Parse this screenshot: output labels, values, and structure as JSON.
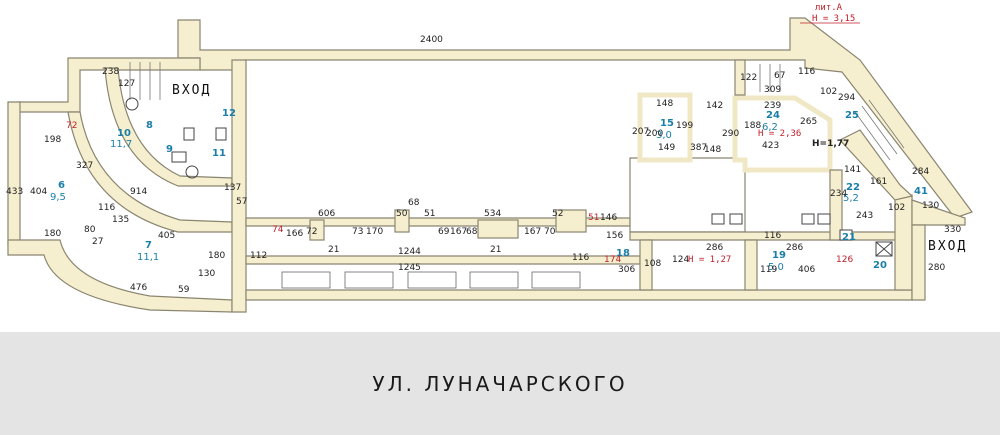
{
  "street_name": "УЛ. ЛУНАЧАРСКОГО",
  "entrances": {
    "top": "ВХОД",
    "right": "ВХОД"
  },
  "litera": {
    "name": "лит.А",
    "height": "Н = 3,15"
  },
  "heights": {
    "h1": "Н = 2,36",
    "h2": "Н = 1,27",
    "h3": "Н=1,77"
  },
  "rooms": [
    {
      "num": "6",
      "area": "9,5"
    },
    {
      "num": "7",
      "area": "11,1"
    },
    {
      "num": "8",
      "area": ""
    },
    {
      "num": "9",
      "area": ""
    },
    {
      "num": "10",
      "area": "11,7"
    },
    {
      "num": "11",
      "area": ""
    },
    {
      "num": "12",
      "area": ""
    },
    {
      "num": "15",
      "area": "3,0"
    },
    {
      "num": "18",
      "area": ""
    },
    {
      "num": "19",
      "area": "5,0"
    },
    {
      "num": "20",
      "area": ""
    },
    {
      "num": "21",
      "area": ""
    },
    {
      "num": "22",
      "area": "5,2"
    },
    {
      "num": "24",
      "area": "6,2"
    },
    {
      "num": "25",
      "area": ""
    },
    {
      "num": "41",
      "area": ""
    }
  ],
  "dimensions": {
    "top_length": "2400",
    "d238": "238",
    "d127": "127",
    "d72": "72",
    "d198": "198",
    "d404": "404",
    "d433": "433",
    "d327": "327",
    "d914": "914",
    "d116a": "116",
    "d135": "135",
    "d405": "405",
    "d180a": "180",
    "d180b": "180",
    "d130": "130",
    "d476": "476",
    "d59": "59",
    "d80": "80",
    "d27": "27",
    "d137": "137",
    "d57": "57",
    "d112": "112",
    "d74": "74",
    "d166": "166",
    "d606": "606",
    "d72b": "72",
    "d73": "73",
    "d170": "170",
    "d50": "50",
    "d68": "68",
    "d51": "51",
    "d69": "69",
    "d167": "167",
    "d68b": "68",
    "d534": "534",
    "d52": "52",
    "d167b": "167",
    "d70": "70",
    "d51b": "51",
    "d146": "146",
    "d1244": "1244",
    "d1245": "1245",
    "d21": "21",
    "d21b": "21",
    "d156": "156",
    "d116b": "116",
    "d174": "174",
    "d306": "306",
    "d108": "108",
    "d124": "124",
    "d286": "286",
    "d116c": "116",
    "d286b": "286",
    "d119": "119",
    "d406": "406",
    "d126": "126",
    "d207": "207",
    "d148": "148",
    "d142": "142",
    "d200": "200",
    "d199": "199",
    "d149": "149",
    "d387": "387",
    "d148b": "148",
    "d290": "290",
    "d188": "188",
    "d239": "239",
    "d265": "265",
    "d423": "423",
    "d122": "122",
    "d67": "67",
    "d309": "309",
    "d116d": "116",
    "d102": "102",
    "d294": "294",
    "d141": "141",
    "d234": "234",
    "d161": "161",
    "d243": "243",
    "d102b": "102",
    "d130b": "130",
    "d330": "330",
    "d280": "280",
    "d284": "284"
  }
}
